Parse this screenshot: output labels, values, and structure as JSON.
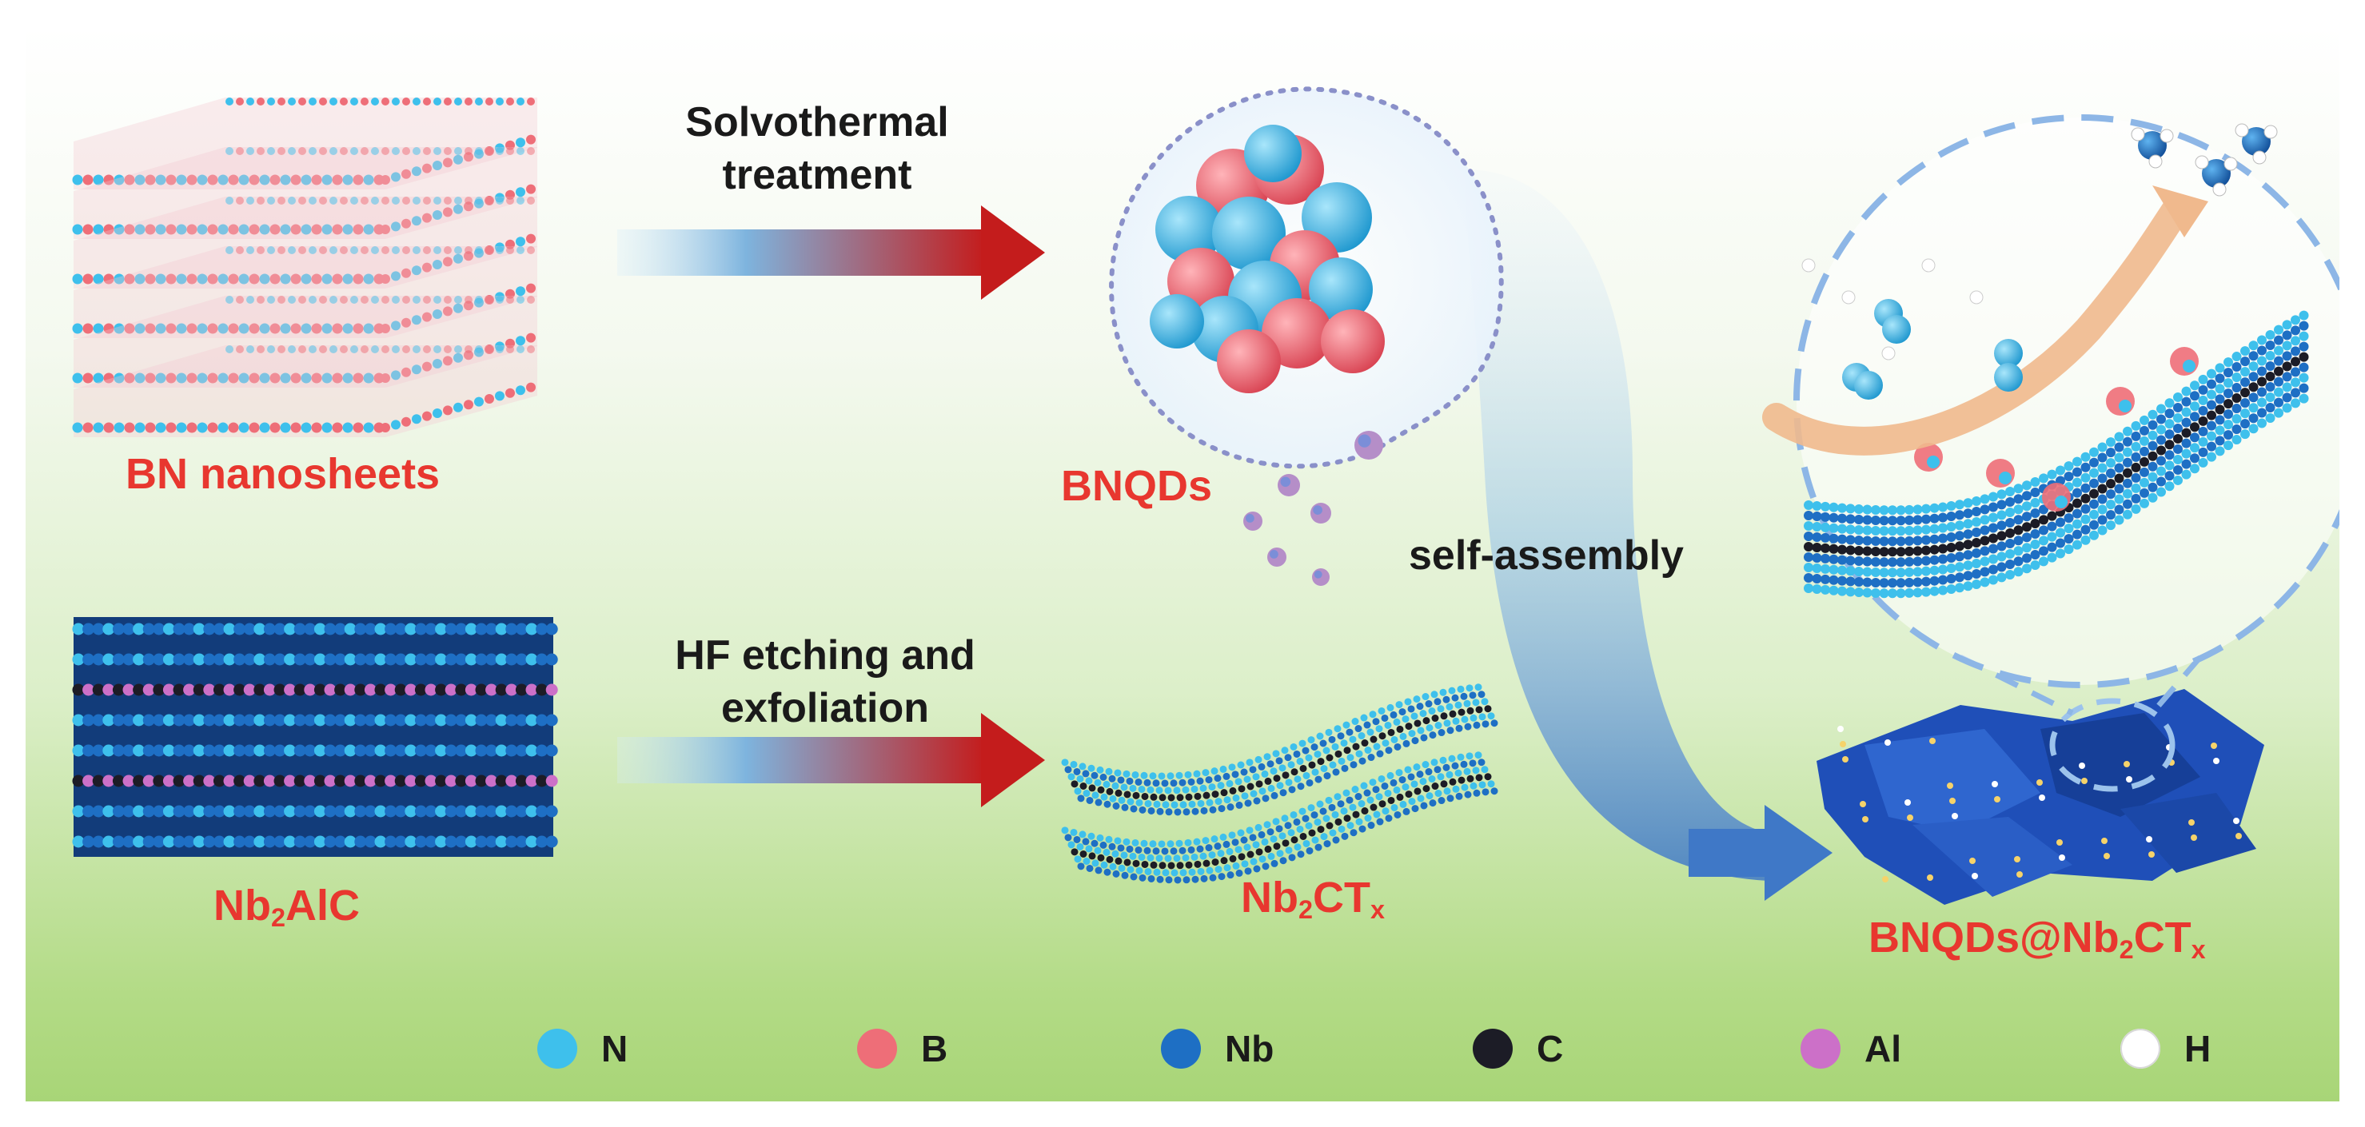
{
  "labels": {
    "bn_nanosheets": "BN nanosheets",
    "nb2alc_main": "Nb",
    "nb2alc_sub": "2",
    "nb2alc_tail": "AlC",
    "bnqds": "BNQDs",
    "nb2ctx_main": "Nb",
    "nb2ctx_sub": "2",
    "nb2ctx_tail": "CT",
    "nb2ctx_x": "x",
    "product_main": "BNQDs@Nb",
    "product_sub": "2",
    "product_tail": "CT",
    "product_x": "x"
  },
  "steps": {
    "solvothermal_line1": "Solvothermal",
    "solvothermal_line2": "treatment",
    "hf_line1": "HF etching and",
    "hf_line2": "exfoliation",
    "self_assembly": "self-assembly"
  },
  "legend": [
    {
      "symbol": "N",
      "color": "#3ec0ec"
    },
    {
      "symbol": "B",
      "color": "#ee6e78"
    },
    {
      "symbol": "Nb",
      "color": "#1e6fc4"
    },
    {
      "symbol": "C",
      "color": "#1c1c26"
    },
    {
      "symbol": "Al",
      "color": "#cc70c8"
    },
    {
      "symbol": "H",
      "color": "#ffffff"
    }
  ],
  "colors": {
    "label_red": "#e8372f",
    "arrow_start": "#bfe0f5",
    "arrow_end": "#c41c1c",
    "nb_blue": "#1e6fc4",
    "n_cyan": "#3ec0ec",
    "b_pink": "#ee6e78",
    "al_purple": "#cc70c8",
    "dashed_circle": "#8db6e6"
  }
}
